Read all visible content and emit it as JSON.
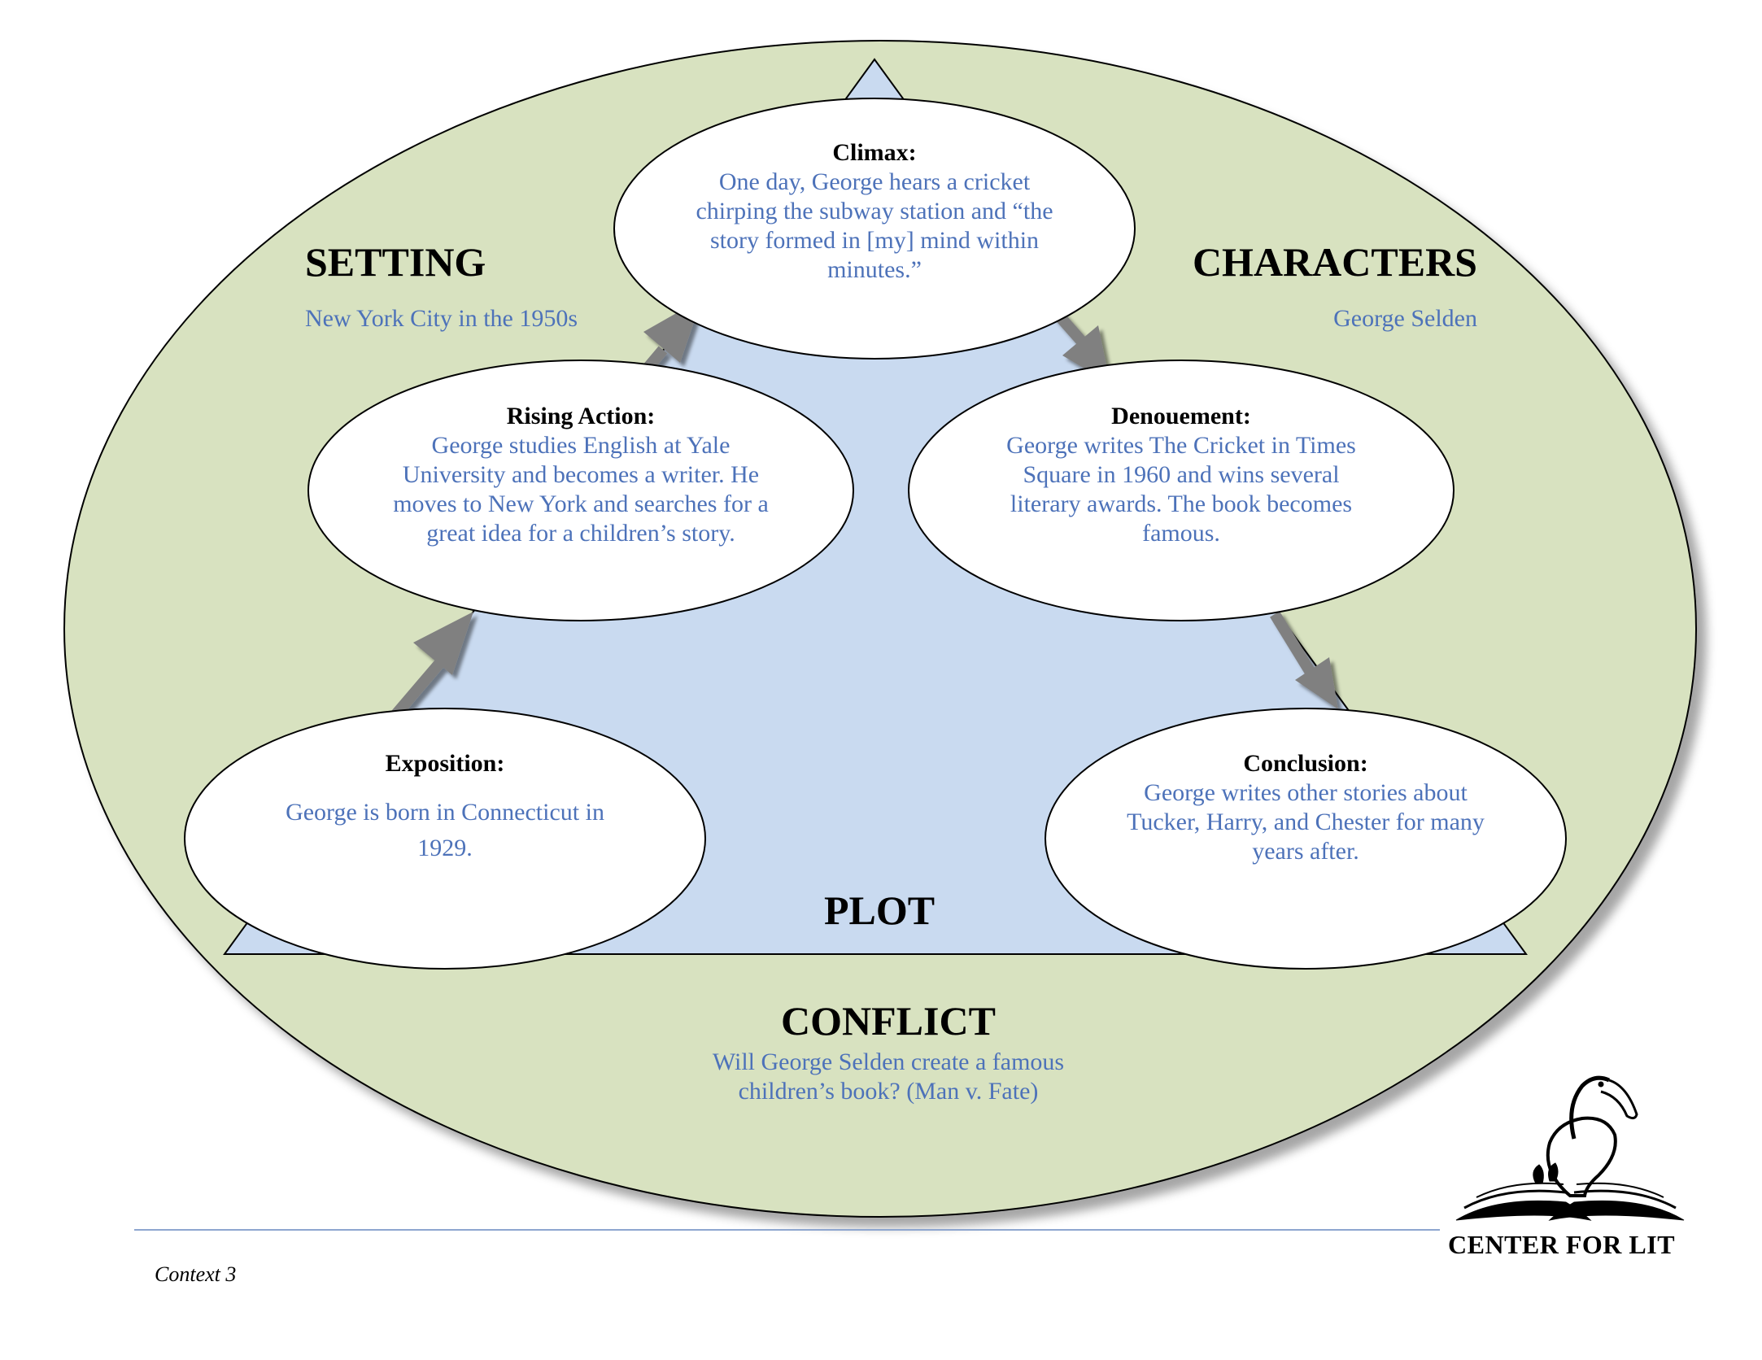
{
  "setting": {
    "heading": "SETTING",
    "detail": "New York City in the 1950s"
  },
  "characters": {
    "heading": "CHARACTERS",
    "detail": "George Selden"
  },
  "plot": {
    "heading": "PLOT"
  },
  "conflict": {
    "heading": "CONFLICT",
    "detail_line1": "Will George Selden create a famous",
    "detail_line2": "children’s book? (Man v. Fate)"
  },
  "stages": {
    "climax": {
      "title": "Climax:",
      "lines": [
        "One day, George hears a cricket",
        "chirping the subway station and “the",
        "story formed in [my] mind within",
        "minutes.”"
      ]
    },
    "rising_action": {
      "title": "Rising Action:",
      "lines": [
        "George studies English at Yale",
        "University and becomes a writer. He",
        "moves to New York and searches for a",
        "great idea for a children’s story."
      ]
    },
    "denouement": {
      "title": "Denouement:",
      "lines": [
        "George writes The Cricket in Times",
        "Square in 1960 and wins several",
        "literary awards. The book becomes",
        "famous."
      ]
    },
    "exposition": {
      "title": "Exposition:",
      "lines": [
        "George is born in Connecticut in",
        "1929."
      ]
    },
    "conclusion": {
      "title": "Conclusion:",
      "lines": [
        "George writes other stories about",
        "Tucker, Harry, and Chester for many",
        "years after."
      ]
    }
  },
  "footer": {
    "page_label": "Context 3",
    "logo_text": "CENTER FOR LIT"
  },
  "colors": {
    "outer_oval": "#d8e2c0",
    "triangle": "#c9daf0",
    "arrow": "#808080",
    "blue_text": "#4d72b9",
    "rule": "#8ea6cf"
  }
}
